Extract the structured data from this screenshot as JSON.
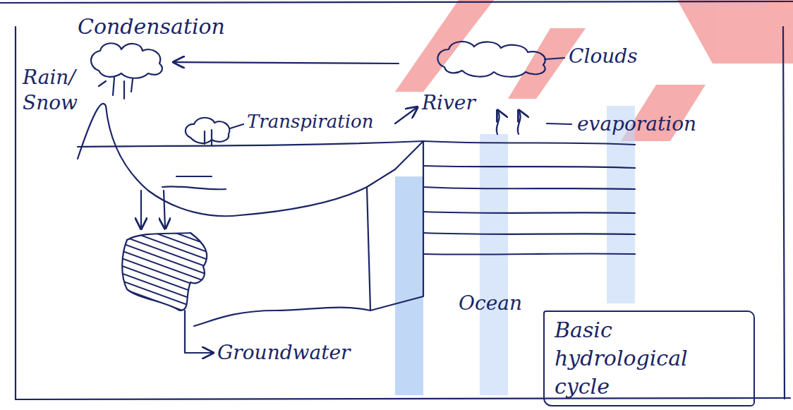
{
  "diagram": {
    "nodes": [
      {
        "text": [
          "Basic hydrological cycle"
        ]
      }
    ],
    "labels": [
      "Condensation",
      "Clouds",
      "Rain/ Snow",
      "Transpiration",
      "River",
      "evaporation",
      "Groundwater",
      "Ocean"
    ]
  }
}
